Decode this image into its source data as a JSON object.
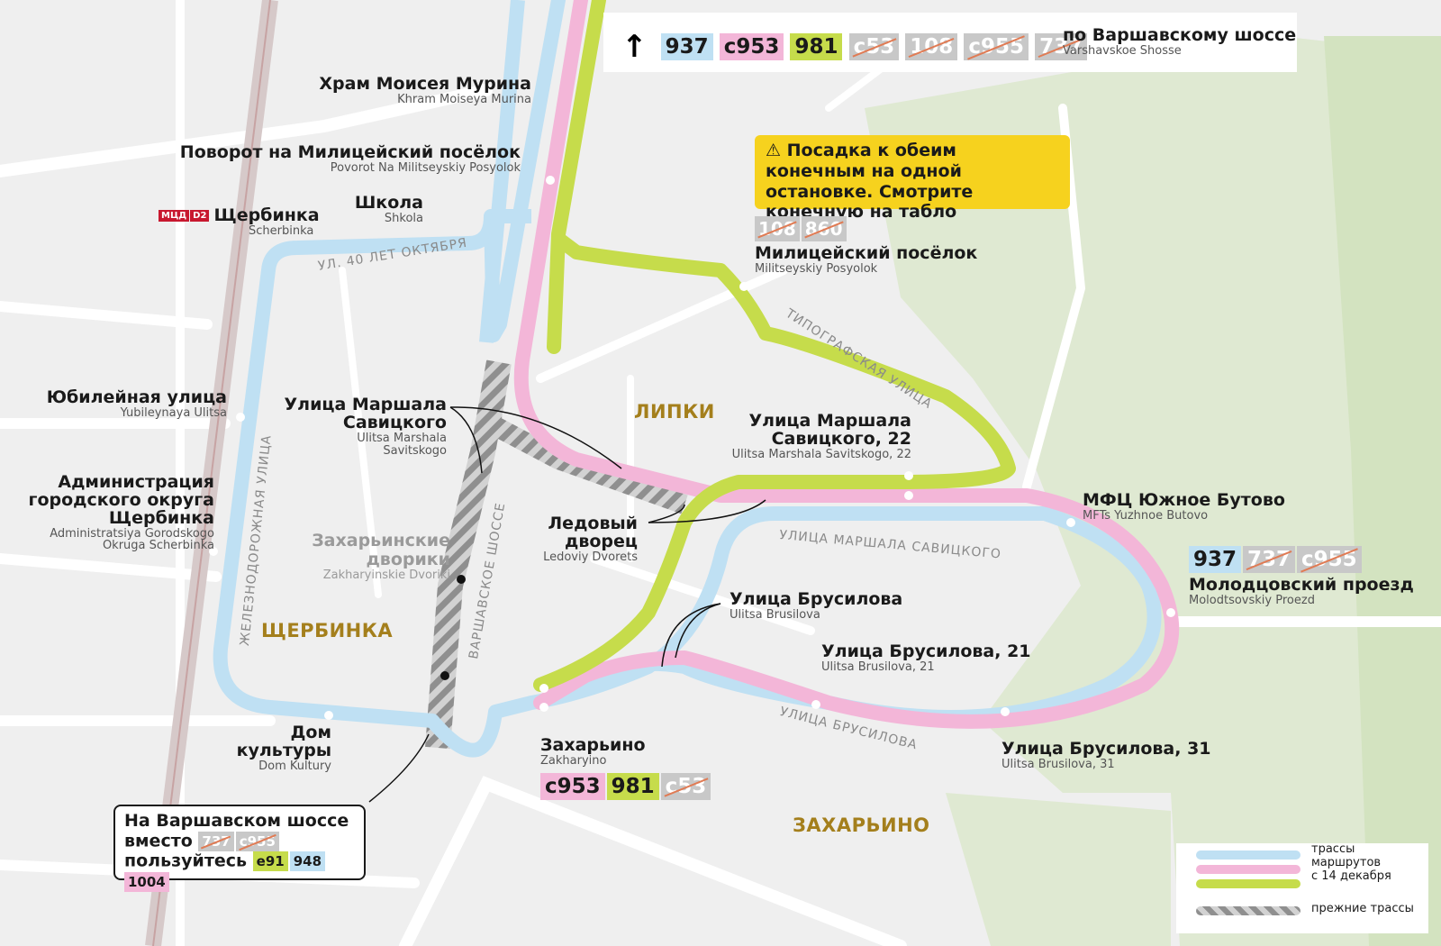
{
  "top_direction": {
    "arrow_icon": "arrow-up-icon",
    "routes_active": [
      {
        "num": "937",
        "color": "blue"
      },
      {
        "num": "с953",
        "color": "pink"
      },
      {
        "num": "981",
        "color": "green"
      }
    ],
    "routes_cancelled": [
      "с53",
      "108",
      "с955",
      "737"
    ],
    "ru": "по Варшавскому шоссе",
    "en": "Varshavskoe Shosse"
  },
  "notice": {
    "icon": "warning-icon",
    "text": "Посадка к обеим конечным на одной остановке. Смотрите конечную на табло"
  },
  "stops": {
    "khram": {
      "ru": "Храм Моисея Мурина",
      "en": "Khram Moiseya Murina"
    },
    "povorot": {
      "ru": "Поворот на Милицейский посёлок",
      "en": "Povorot Na Militseyskiy Posyolok"
    },
    "shkola": {
      "ru": "Школа",
      "en": "Shkola"
    },
    "scherbinka": {
      "ru": "Щербинка",
      "en": "Scherbinka",
      "badge1": "МЦД",
      "badge2": "D2"
    },
    "militseyskiy": {
      "ru": "Милицейский посёлок",
      "en": "Militseyskiy Posyolok",
      "cancelled": [
        "108",
        "860"
      ]
    },
    "yubileynaya": {
      "ru": "Юбилейная улица",
      "en": "Yubileynaya Ulitsa"
    },
    "marshala": {
      "ru1": "Улица Маршала",
      "ru2": "Савицкого",
      "en1": "Ulitsa Marshala",
      "en2": "Savitskogo"
    },
    "marshala22": {
      "ru1": "Улица Маршала",
      "ru2": "Савицкого, 22",
      "en": "Ulitsa Marshala Savitskogo, 22"
    },
    "administratsiya": {
      "ru1": "Администрация",
      "ru2": "городского округа",
      "ru3": "Щербинка",
      "en1": "Administratsiya Gorodskogo",
      "en2": "Okruga Scherbinka"
    },
    "ledoviy": {
      "ru1": "Ледовый",
      "ru2": "дворец",
      "en": "Ledoviy Dvorets"
    },
    "mfc": {
      "ru": "МФЦ Южное Бутово",
      "en": "MFTs Yuzhnoe Butovo"
    },
    "molodtsovskiy": {
      "ru": "Молодцовский проезд",
      "en": "Molodtsovskiy Proezd",
      "active": [
        "937"
      ],
      "cancelled": [
        "737",
        "с955"
      ]
    },
    "brusilova": {
      "ru": "Улица Брусилова",
      "en": "Ulitsa Brusilova"
    },
    "brusilova21": {
      "ru": "Улица Брусилова, 21",
      "en": "Ulitsa Brusilova, 21"
    },
    "brusilova31": {
      "ru": "Улица Брусилова, 31",
      "en": "Ulitsa Brusilova, 31"
    },
    "dom_kultury": {
      "ru1": "Дом",
      "ru2": "культуры",
      "en": "Dom Kultury"
    },
    "zakharyino": {
      "ru": "Захарьино",
      "en": "Zakharyino",
      "active": [
        {
          "num": "с953",
          "color": "pink"
        },
        {
          "num": "981",
          "color": "green"
        }
      ],
      "cancelled": [
        "с53"
      ]
    }
  },
  "districts": {
    "lipki": "ЛИПКИ",
    "scherbinka": "ЩЕРБИНКА",
    "zakharyino": "ЗАХАРЬИНО",
    "dvoriki_ru1": "Захарьинские",
    "dvoriki_ru2": "дворики",
    "dvoriki_en": "Zakharyinskie Dvoriki"
  },
  "streets": {
    "oktyabrya": "УЛ. 40 ЛЕТ ОКТЯБРЯ",
    "tipografskaya": "ТИПОГРАФСКАЯ УЛИЦА",
    "marshala": "УЛИЦА МАРШАЛА САВИЦКОГО",
    "brusilova": "УЛИЦА БРУСИЛОВА",
    "varshavskoe": "ВАРШАВСКОЕ ШОССЕ",
    "zheleznodorozhnaya": "ЖЕЛЕЗНОДОРОЖНАЯ УЛИЦА"
  },
  "callout": {
    "line1": "На Варшавском шоссе",
    "line2": "вместо",
    "cancelled": [
      "737",
      "с955"
    ],
    "line3": "пользуйтесь",
    "routes": [
      {
        "num": "е91",
        "color": "green"
      },
      {
        "num": "948",
        "color": "blue"
      },
      {
        "num": "1004",
        "color": "pink"
      }
    ]
  },
  "legend": {
    "new_l1": "трассы",
    "new_l2": "маршрутов",
    "new_l3": "с 14 декабря",
    "old": "прежние трассы"
  },
  "colors": {
    "blue_route": "#bfe0f3",
    "pink_route": "#f3b6d8",
    "green_route": "#c6dc4b",
    "old_route": "#8f8f8f",
    "notice": "#f6d21e",
    "district": "#a47f1c",
    "cancel_strike": "#e07b54"
  }
}
